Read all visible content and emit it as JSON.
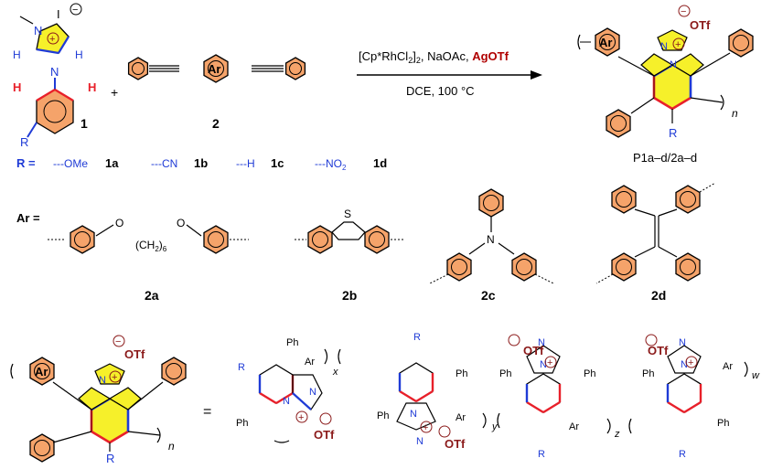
{
  "reactants": {
    "r1": {
      "label": "1",
      "counter_ion": "I",
      "substituent": "R",
      "atoms": {
        "n": "N",
        "h": "H"
      }
    },
    "r2": {
      "label": "2",
      "core": "Ar"
    },
    "plus": "+"
  },
  "conditions": {
    "catalyst_prefix": "[Cp*RhCl",
    "catalyst_sub1": "2",
    "catalyst_mid": "]",
    "catalyst_sub2": "2",
    "catalyst_rest": ", NaOAc, ",
    "additive": "AgOTf",
    "solvent": "DCE, 100 °C"
  },
  "product": {
    "label": "P1a–d/2a–d",
    "counter_ion": "OTf",
    "repeat": "n",
    "core": "Ar",
    "substituent": "R"
  },
  "r_definitions": {
    "prefix": "R =",
    "items": [
      {
        "group": "---OMe",
        "id": "1a"
      },
      {
        "group": "---CN",
        "id": "1b"
      },
      {
        "group": "---H",
        "id": "1c"
      },
      {
        "group": "---NO",
        "sub": "2",
        "id": "1d"
      }
    ]
  },
  "ar_definitions": {
    "prefix": "Ar =",
    "items": [
      {
        "id": "2a",
        "linker_o1": "O",
        "linker_chain": "(CH",
        "linker_sub": "2",
        "linker_close": ")",
        "linker_n": "6",
        "linker_o2": "O"
      },
      {
        "id": "2b",
        "heteroatom": "S"
      },
      {
        "id": "2c",
        "heteroatom": "N"
      },
      {
        "id": "2d"
      }
    ]
  },
  "isomers": {
    "equals": "=",
    "subscripts": [
      "x",
      "y",
      "z",
      "w"
    ],
    "ph": "Ph",
    "ar": "Ar",
    "r": "R",
    "otf": "OTf",
    "n_atom": "N"
  },
  "colors": {
    "blue": "#1f3bd6",
    "red": "#e8202a",
    "ring_fill": "#f5a36a",
    "core_fill": "#f6f02a",
    "counter": "#8b1a1a"
  }
}
